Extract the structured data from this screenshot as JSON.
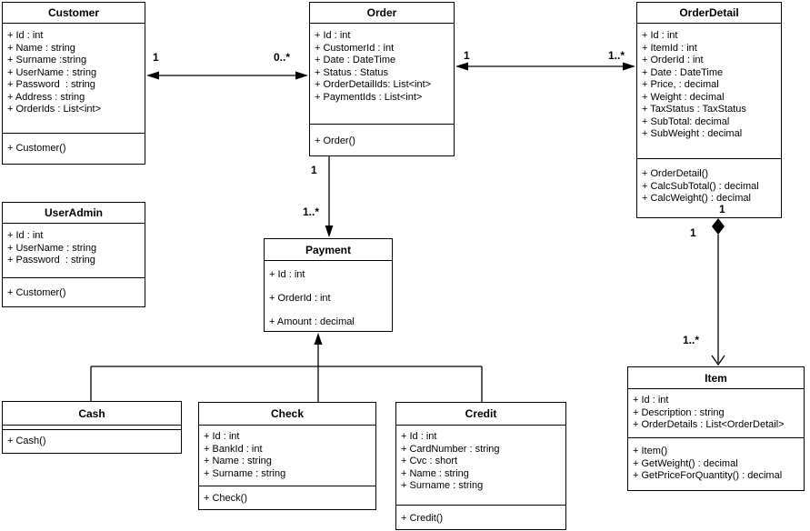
{
  "diagram_type": "uml-class-diagram",
  "colors": {
    "line": "#000000",
    "background": "#ffffff",
    "text": "#000000"
  },
  "classes": {
    "customer": {
      "title": "Customer",
      "attributes": [
        "+ Id : int",
        "+ Name : string",
        "+ Surname :string",
        "+ UserName : string",
        "+ Password  : string",
        "+ Address : string",
        "+ OrderIds : List<int>"
      ],
      "methods": [
        "+ Customer()"
      ]
    },
    "user_admin": {
      "title": "UserAdmin",
      "attributes": [
        "+ Id : int",
        "+ UserName : string",
        "+ Password  : string"
      ],
      "methods": [
        "+ Customer()"
      ]
    },
    "order": {
      "title": "Order",
      "attributes": [
        "+ Id : int",
        "+ CustomerId : int",
        "+ Date : DateTime",
        "+ Status : Status",
        "+ OrderDetailIds: List<int>",
        "+ PaymentIds : List<int>"
      ],
      "methods": [
        "+ Order()"
      ]
    },
    "order_detail": {
      "title": "OrderDetail",
      "attributes": [
        "+ Id : int",
        "+ ItemId : int",
        "+ OrderId : int",
        "+ Date : DateTime",
        "+ Price, : decimal",
        "+ Weight : decimal",
        "+ TaxStatus : TaxStatus",
        "+ SubTotal: decimal",
        "+ SubWeight : decimal"
      ],
      "methods": [
        "+ OrderDetail()",
        "+ CalcSubTotal() : decimal",
        "+ CalcWeight() : decimal"
      ]
    },
    "payment": {
      "title": "Payment",
      "attributes": [
        "+ Id : int",
        "+ OrderId : int",
        "+ Amount : decimal"
      ],
      "methods": []
    },
    "cash": {
      "title": "Cash",
      "attributes": [],
      "methods": [
        "+ Cash()"
      ]
    },
    "check": {
      "title": "Check",
      "attributes": [
        "+ Id : int",
        "+ BankId : int",
        "+ Name : string",
        "+ Surname : string"
      ],
      "methods": [
        "+ Check()"
      ]
    },
    "credit": {
      "title": "Credit",
      "attributes": [
        "+ Id : int",
        "+ CardNumber : string",
        "+ Cvc : short",
        "+ Name : string",
        "+ Surname : string"
      ],
      "methods": [
        "+ Credit()"
      ]
    },
    "item": {
      "title": "Item",
      "attributes": [
        "+ Id : int",
        "+ Description : string",
        "+ OrderDetails : List<OrderDetail>"
      ],
      "methods": [
        "+ Item()",
        "+ GetWeight() : decimal",
        "+ GetPriceForQuantity() : decimal"
      ]
    }
  },
  "edges": {
    "customer_order": {
      "type": "association-bidirectional",
      "source_label": "1",
      "target_label": "0..*"
    },
    "order_order_detail": {
      "type": "association-bidirectional",
      "source_label": "1",
      "target_label": "1..*"
    },
    "order_payment": {
      "type": "association-directed",
      "source_label": "1",
      "target_label": "1..*"
    },
    "payment_generalization": {
      "type": "generalization",
      "children": [
        "Cash",
        "Check",
        "Credit"
      ]
    },
    "order_detail_item": {
      "type": "composition",
      "inner_label": "1",
      "source_label": "1",
      "target_label": "1..*"
    }
  }
}
